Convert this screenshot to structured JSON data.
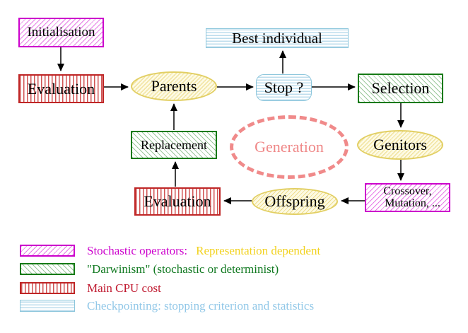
{
  "nodes": {
    "initialisation": {
      "label": "Initialisation"
    },
    "evaluation_top": {
      "label": "Evaluation"
    },
    "parents": {
      "label": "Parents"
    },
    "best_individual": {
      "label": "Best individual"
    },
    "stop": {
      "label": "Stop ?"
    },
    "selection": {
      "label": "Selection"
    },
    "genitors": {
      "label": "Genitors"
    },
    "crossover": {
      "line1": "Crossover,",
      "line2": "Mutation, ..."
    },
    "offspring": {
      "label": "Offspring"
    },
    "evaluation_bottom": {
      "label": "Evaluation"
    },
    "replacement": {
      "label": "Replacement"
    },
    "generation": {
      "label": "Generation"
    }
  },
  "legend": {
    "items": [
      {
        "swatch": "magenta-diagonal-hatch",
        "text": "Stochastic operators:",
        "text2": "Representation dependent"
      },
      {
        "swatch": "green-diagonal-hatch",
        "text": "\"Darwinism\" (stochastic or determinist)"
      },
      {
        "swatch": "red-vertical-lines",
        "text": "Main CPU cost"
      },
      {
        "swatch": "cyan-horizontal-lines",
        "text": "Checkpointing: stopping criterion and statistics"
      }
    ]
  },
  "colors": {
    "magenta": "#cc00cc",
    "green_border": "#157a15",
    "green_text": "#127a22",
    "red_border": "#bf2626",
    "red_text": "#c01a30",
    "cyan_border": "#8cc6dc",
    "cyan_text": "#92c8e8",
    "yellow_ellipse_border": "#e2cf63",
    "yellow_ellipse_fill": "#fdfae3",
    "gold_text": "#f2d21f",
    "coral_dashed": "#f08a8a",
    "arrow": "#000000"
  }
}
